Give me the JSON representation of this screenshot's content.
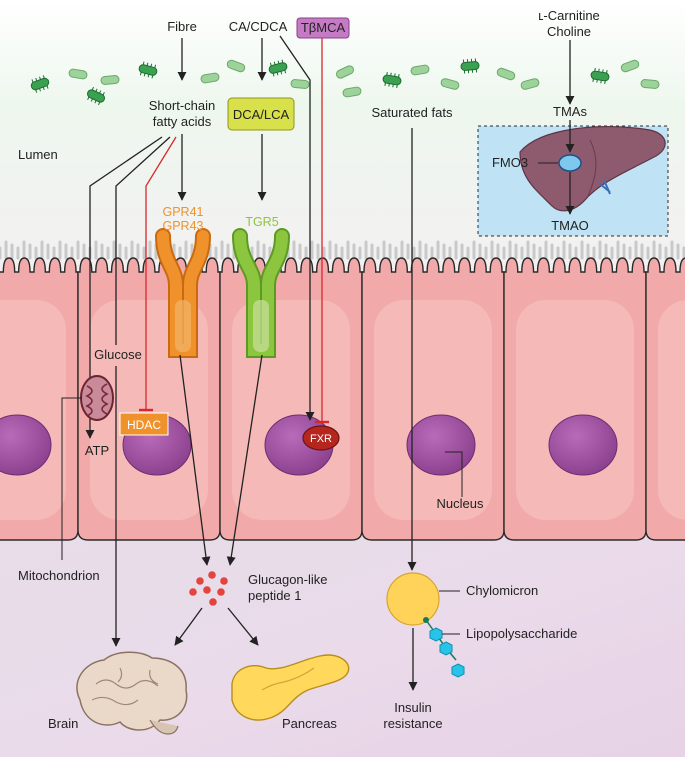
{
  "labels": {
    "fibre": "Fibre",
    "ca_cdca": "CA/CDCA",
    "tbmca": "TβMCA",
    "carnitine": "ʟ-Carnitine",
    "choline": "Choline",
    "scfa_line1": "Short-chain",
    "scfa_line2": "fatty acids",
    "dca_lca": "DCA/LCA",
    "saturated_fats": "Saturated fats",
    "tmas": "TMAs",
    "fmo3": "FMO3",
    "tmao": "TMAO",
    "lumen": "Lumen",
    "gpr41": "GPR41",
    "gpr43": "GPR43",
    "tgr5": "TGR5",
    "glucose": "Glucose",
    "hdac": "HDAC",
    "atp": "ATP",
    "fxr": "FXR",
    "nucleus": "Nucleus",
    "mitochondrion": "Mitochondrion",
    "glp1_line1": "Glucagon-like",
    "glp1_line2": "peptide 1",
    "chylomicron": "Chylomicron",
    "lps": "Lipopolysaccharide",
    "brain": "Brain",
    "pancreas": "Pancreas",
    "insulin_line1": "Insulin",
    "insulin_line2": "resistance"
  },
  "colors": {
    "gpr_orange": "#f0922b",
    "tgr5_green": "#8cc63f",
    "tbmca_purple": "#c47bc4",
    "dca_yellow": "#d8e04a",
    "inhibit_red": "#d9262c",
    "cell_pink": "#f3b6b6",
    "nucleus_purple": "#9b4f9e",
    "liver_brown": "#8e5a6e",
    "chylomicron_yellow": "#ffd25a",
    "lps_cyan": "#27c3e8",
    "glp1_red": "#e4443e"
  }
}
